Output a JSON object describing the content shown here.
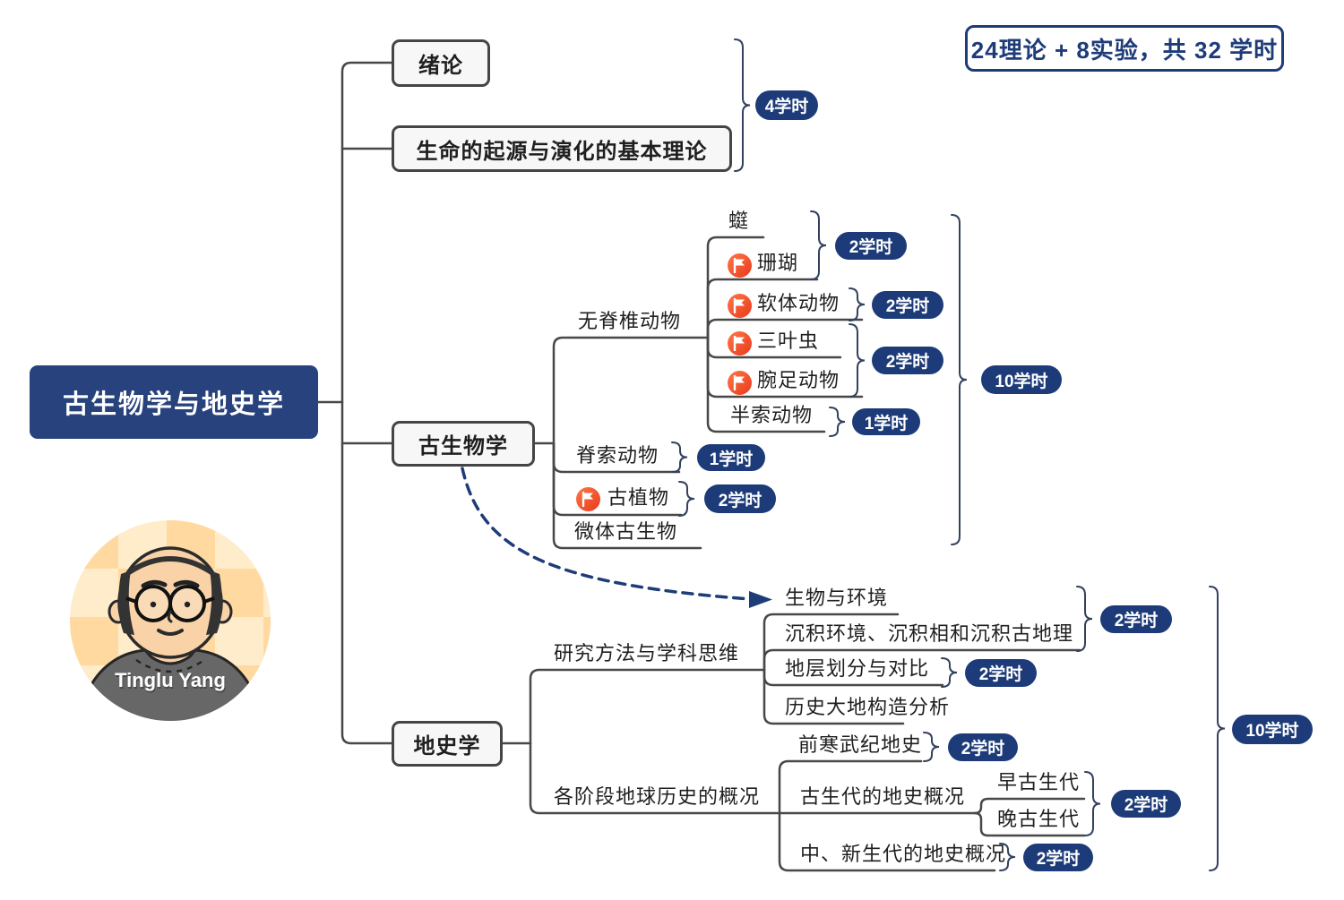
{
  "header": {
    "total_badge": "24理论 + 8实验，共 32 学时"
  },
  "author": "Tinglu Yang",
  "root": "古生物学与地史学",
  "nodes": {
    "intro": "绪论",
    "origin": "生命的起源与演化的基本理论",
    "paleontology": "古生物学",
    "invertebrate": "无脊椎动物",
    "fusulinid": "䗴",
    "coral": "珊瑚",
    "mollusk": "软体动物",
    "trilobite": "三叶虫",
    "brachiopod": "腕足动物",
    "hemichordate": "半索动物",
    "chordate": "脊索动物",
    "paleobotany": "古植物",
    "micropaleo": "微体古生物",
    "histgeo": "地史学",
    "methods": "研究方法与学科思维",
    "bio_env": "生物与环境",
    "sediment": "沉积环境、沉积相和沉积古地理",
    "strata": "地层划分与对比",
    "tectonics": "历史大地构造分析",
    "stages": "各阶段地球历史的概况",
    "precambrian": "前寒武纪地史",
    "paleozoic": "古生代的地史概况",
    "early_paleozoic": "早古生代",
    "late_paleozoic": "晚古生代",
    "meso_cenozoic": "中、新生代的地史概况"
  },
  "badges": {
    "intro_group": "4学时",
    "fusulinid_coral": "2学时",
    "mollusk": "2学时",
    "trilobite_brachiopod": "2学时",
    "hemichordate": "1学时",
    "chordate": "1学时",
    "paleobotany": "2学时",
    "paleontology_total": "10学时",
    "bioenv_sediment": "2学时",
    "strata": "2学时",
    "precambrian": "2学时",
    "paleozoic_group": "2学时",
    "meso_cenozoic": "2学时",
    "histgeo_total": "10学时"
  },
  "colors": {
    "navy": "#1e3c78",
    "root_navy": "#27427c",
    "line_gray": "#484848",
    "brace_navy": "#32415e",
    "flag_red": "#e8391d",
    "node_bg": "#f7f7f7"
  }
}
